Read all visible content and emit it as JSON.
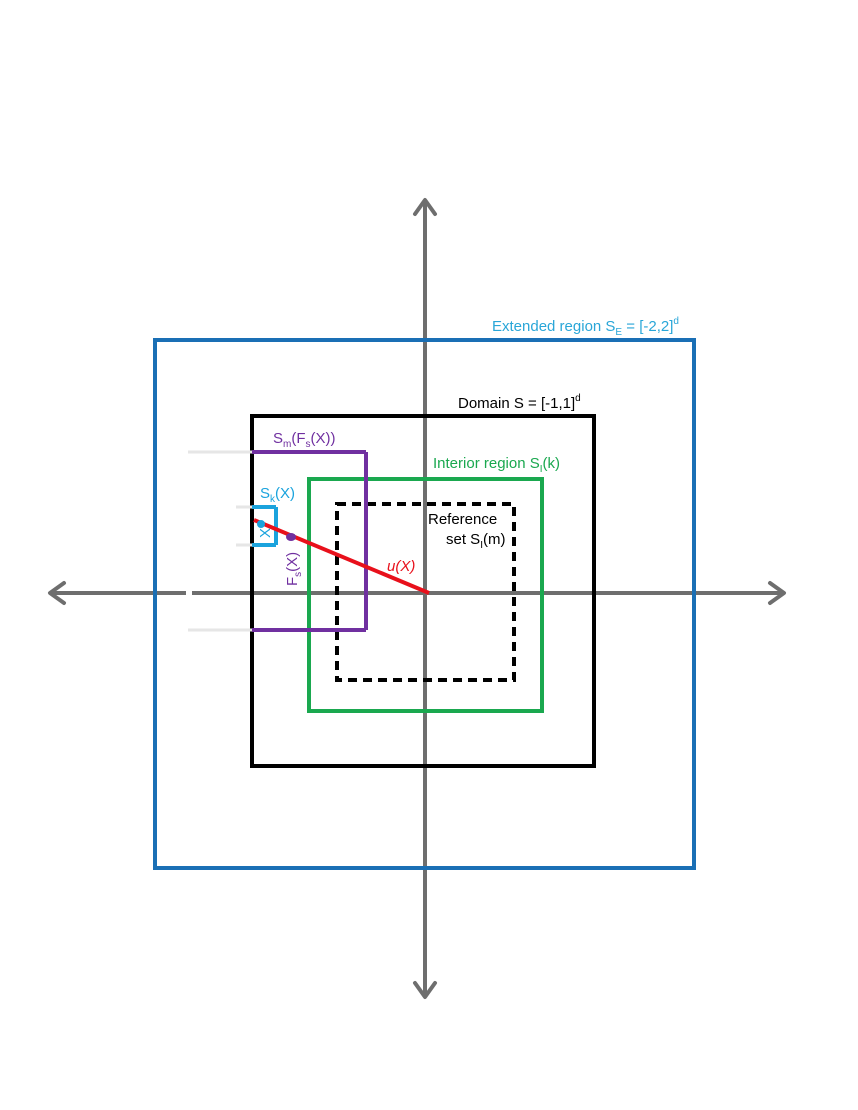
{
  "colors": {
    "axis": "#6e6e6e",
    "extended": "#1a6fb5",
    "extended_label": "#29a6d8",
    "domain": "#000000",
    "interior": "#1aa84f",
    "reference": "#000000",
    "purple": "#7030a0",
    "small_box": "#1aa3dd",
    "red": "#e8101b"
  },
  "labels": {
    "extended": {
      "main": "Extended region S",
      "sub": "E",
      "tail": " = [-2,2]",
      "sup": "d"
    },
    "domain": {
      "main": "Domain S = [-1,1]",
      "sup": "d"
    },
    "interior": {
      "main": "Interior region S",
      "sub": "I",
      "tail": "(k)"
    },
    "reference_line1": "Reference",
    "reference_line2": {
      "main": "set S",
      "sub": "I",
      "tail": "(m)"
    },
    "sm": {
      "main": "S",
      "sub1": "m",
      "mid": "(F",
      "sub2": "s",
      "tail": "(X))"
    },
    "sk": {
      "main": "S",
      "sub": "k",
      "tail": "(X)"
    },
    "x": "X",
    "fs": {
      "main": "F",
      "sub": "s",
      "tail": "(X)"
    },
    "u": "u(X)"
  }
}
